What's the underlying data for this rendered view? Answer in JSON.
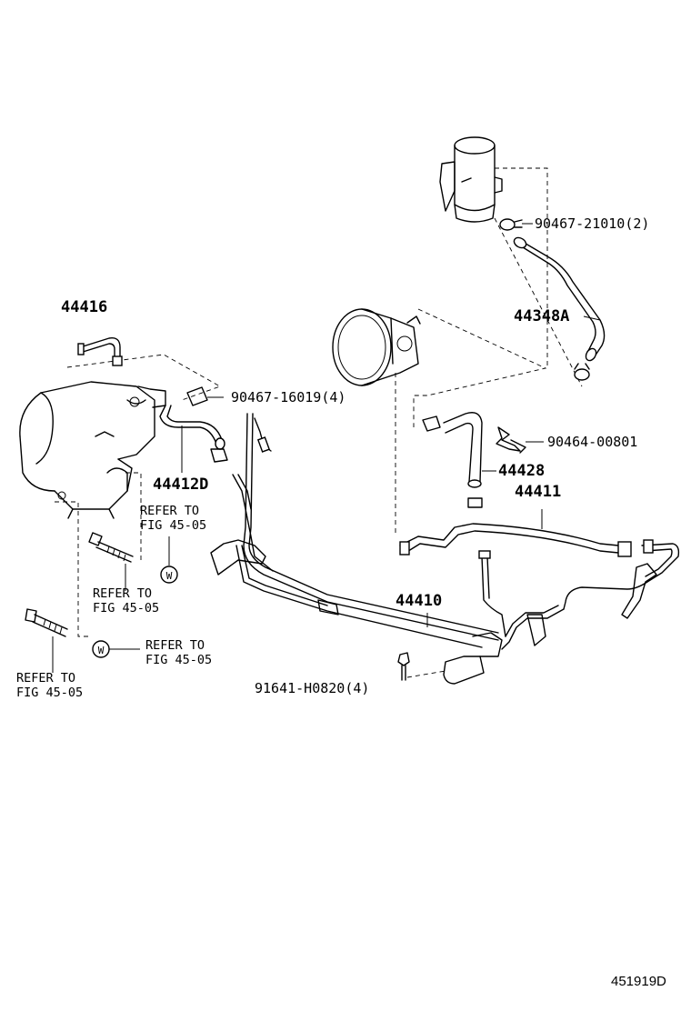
{
  "labels": {
    "p44416": "44416",
    "p90467_16019": "90467-16019(4)",
    "p44412d": "44412D",
    "p90467_21010": "90467-21010(2)",
    "p44348a": "44348A",
    "p90464_00801": "90464-00801",
    "p44428": "44428",
    "p44411": "44411",
    "p44410": "44410",
    "p91641": "91641-H0820(4)"
  },
  "refer": {
    "line1": "REFER TO",
    "line2": "FIG 45-05",
    "w_symbol": "W"
  },
  "figure_id": "451919D"
}
